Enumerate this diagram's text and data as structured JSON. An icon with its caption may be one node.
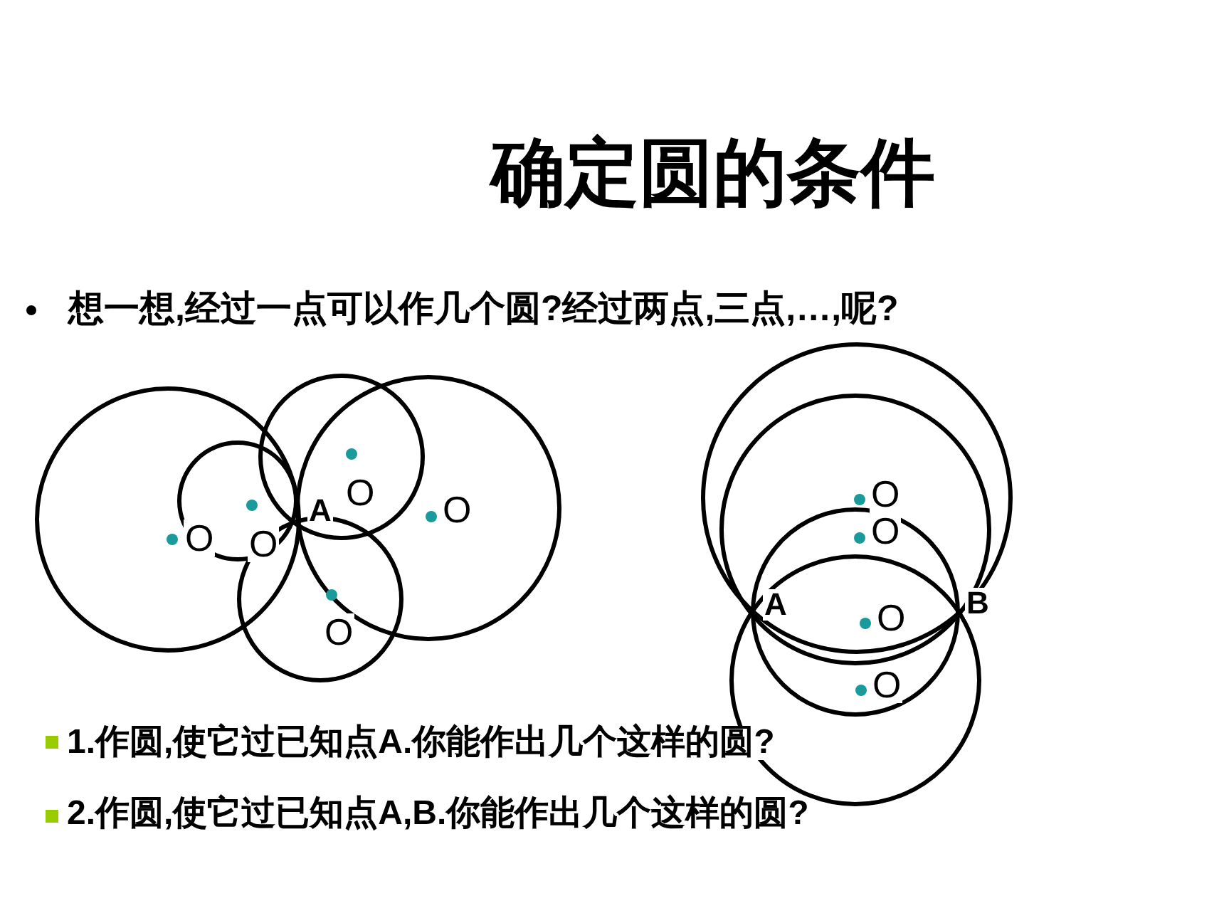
{
  "diagram": {
    "title": "确定圆的条件",
    "labels": [
      "想一想,经过一点可以作几个圆?经过两点,三点,…,呢?",
      "O",
      "A",
      "O",
      "O",
      "O",
      "O",
      "O",
      "O",
      "A",
      "O",
      "B",
      "O",
      "1.作圆,使它过已知点A.你能作出几个这样的圆?",
      "2.作圆,使它过已知点A,B.你能作出几个这样的圆?"
    ]
  }
}
